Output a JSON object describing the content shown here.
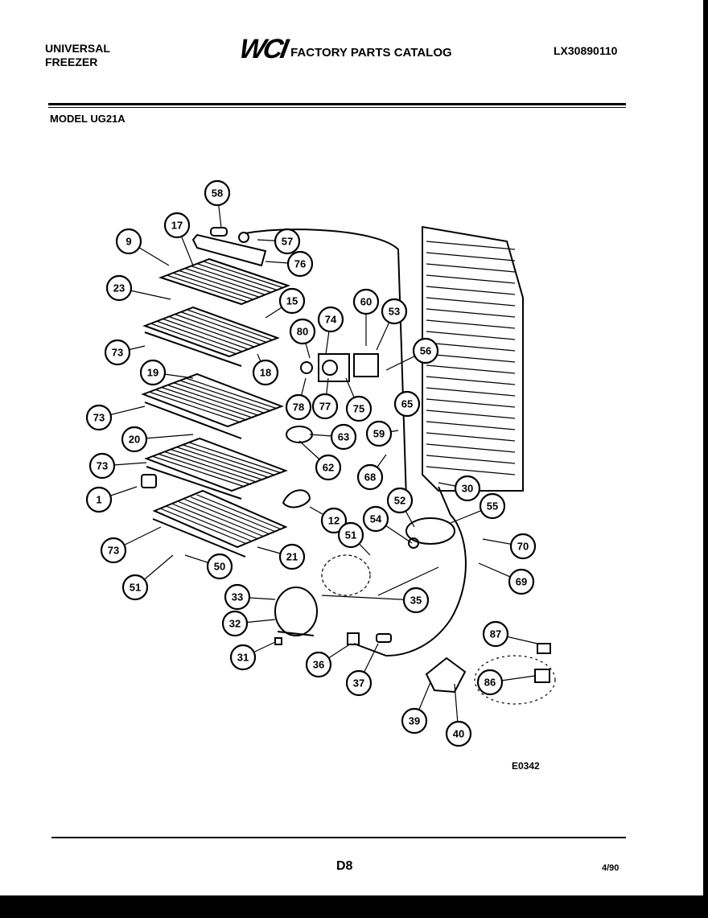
{
  "header": {
    "brand_line1": "UNIVERSAL",
    "brand_line2": "FREEZER",
    "logo": "WCI",
    "catalog_title": "FACTORY PARTS CATALOG",
    "catalog_number": "LX30890110",
    "model": "MODEL UG21A"
  },
  "diagram": {
    "drawing_code": "E0342",
    "callouts": [
      "58",
      "17",
      "9",
      "57",
      "76",
      "23",
      "15",
      "73",
      "80",
      "74",
      "60",
      "53",
      "18",
      "56",
      "19",
      "78",
      "77",
      "75",
      "65",
      "73",
      "20",
      "63",
      "59",
      "73",
      "62",
      "68",
      "1",
      "12",
      "30",
      "52",
      "55",
      "54",
      "51",
      "70",
      "73",
      "21",
      "50",
      "51",
      "69",
      "33",
      "35",
      "32",
      "87",
      "31",
      "36",
      "37",
      "86",
      "39",
      "40"
    ]
  },
  "footer": {
    "page": "D8",
    "date": "4/90"
  }
}
